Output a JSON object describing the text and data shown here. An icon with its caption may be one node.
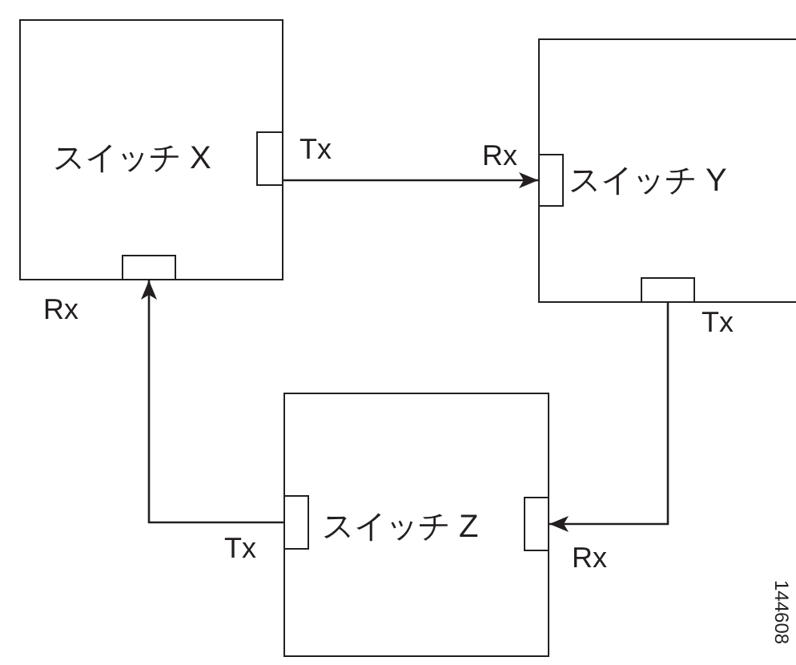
{
  "diagram": {
    "nodes": [
      {
        "text": [
          "スイッチ X"
        ]
      },
      {
        "text": [],
        "shape": "box",
        "in": 0,
        "beside": [
          "Tx"
        ]
      },
      {
        "text": [],
        "shape": "box",
        "in": 0,
        "beside": [
          "Rx"
        ]
      },
      {
        "text": [
          "スイッチ Y"
        ]
      },
      {
        "text": [],
        "shape": "box",
        "in": 3,
        "beside": [
          "Rx"
        ]
      },
      {
        "text": [],
        "shape": "box",
        "in": 3,
        "beside": [
          "Tx"
        ]
      },
      {
        "text": [
          "スイッチ Z"
        ]
      },
      {
        "text": [],
        "shape": "box",
        "in": 6,
        "beside": [
          "Tx"
        ]
      },
      {
        "text": [],
        "shape": "box",
        "in": 6,
        "beside": [
          "Rx"
        ]
      }
    ],
    "edges": [
      {
        "from": 1,
        "to": 4,
        "arrow": "to"
      },
      {
        "from": 5,
        "to": 8,
        "arrow": "to"
      },
      {
        "from": 7,
        "to": 2,
        "arrow": "to"
      }
    ],
    "labels": [
      "144608"
    ]
  }
}
